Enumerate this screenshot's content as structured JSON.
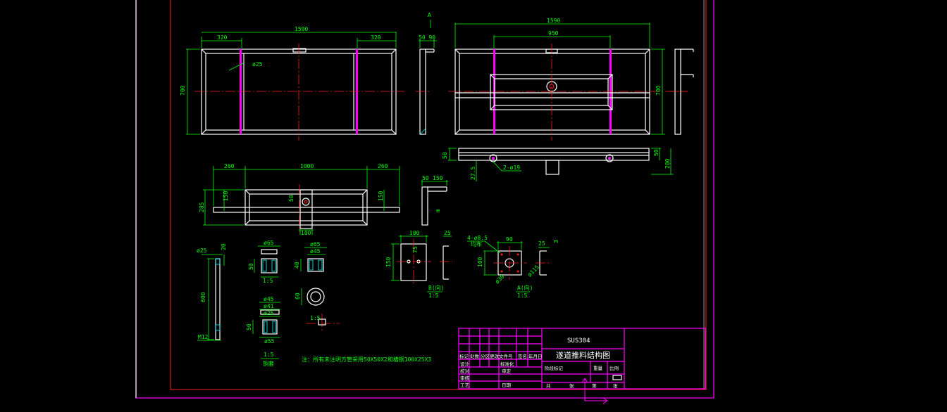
{
  "colors": {
    "background": "#000000",
    "outline": "#ffffff",
    "dimension": "#00ff00",
    "centerline": "#ff2020",
    "sheet_border": "#ff00ff",
    "hatch": "#00ffff"
  },
  "front_view": {
    "dim_total": "1590",
    "dim_left": "320",
    "dim_right": "320",
    "dim_height": "700",
    "hole_label": "ø25"
  },
  "side_view_a": {
    "section_mark": "A",
    "dim_top": "50 90"
  },
  "back_view": {
    "dim_total": "1590",
    "dim_inner": "950",
    "dim_height": "700"
  },
  "bottom_view": {
    "dim_left": "50",
    "dim_right": "50",
    "dim_height": "200",
    "dim_side": "27.5",
    "holes_label": "2-ø19"
  },
  "plan_view": {
    "dim_left": "260",
    "dim_mid": "1000",
    "dim_right": "260",
    "dim_height": "285",
    "dim_left_h": "150",
    "dim_right_h": "150",
    "dim_center": "50",
    "dim_bottom": "100"
  },
  "bracket_view": {
    "dim_a": "50",
    "dim_b": "150",
    "dim_c": "m"
  },
  "bolt_detail": {
    "dia": "ø25",
    "thread_len": "20",
    "length": "600",
    "thread": "M12"
  },
  "bushing_a": {
    "outer": "ø65",
    "height": "50",
    "scale": "1:5"
  },
  "bushing_b": {
    "outer": "ø65",
    "inner": "ø45",
    "height": "40"
  },
  "ring_detail": {
    "height": "60",
    "scale": "1:5"
  },
  "bushing_c": {
    "d1": "ø45",
    "d2": "ø41",
    "d3": "ø25",
    "height": "50",
    "bottom": "ø55",
    "scale": "1:5",
    "title": "铜套"
  },
  "plate_b": {
    "width": "100",
    "height": "150",
    "side_w": "25",
    "inner": "75",
    "view": "B(向)",
    "scale": "1:5"
  },
  "plate_a": {
    "holes": "4-ø8.5",
    "note": "均布",
    "width": "90",
    "height": "100",
    "side_w": "25",
    "side_t": "3",
    "dia_a": "ø115",
    "dia_b": "ø30",
    "view": "A(向)",
    "scale": "1:5"
  },
  "note": "注：所有未注明方管采用50X50X2和槽钢100X25X3",
  "title_block": {
    "material": "SUS304",
    "drawing_title": "遂道推料结构图",
    "header_row": [
      "标记",
      "处数",
      "分区",
      "更改文件号",
      "签名",
      "年月日"
    ],
    "rows": [
      [
        "设计",
        "",
        "标准化",
        ""
      ],
      [
        "校对",
        "",
        "审定",
        ""
      ],
      [
        "审核",
        "",
        "",
        ""
      ],
      [
        "工艺",
        "",
        "日期",
        ""
      ]
    ],
    "mid_labels": [
      "阶段标记",
      "重量",
      "比例"
    ],
    "bottom_labels": [
      "共",
      "张",
      "第",
      "张"
    ]
  }
}
